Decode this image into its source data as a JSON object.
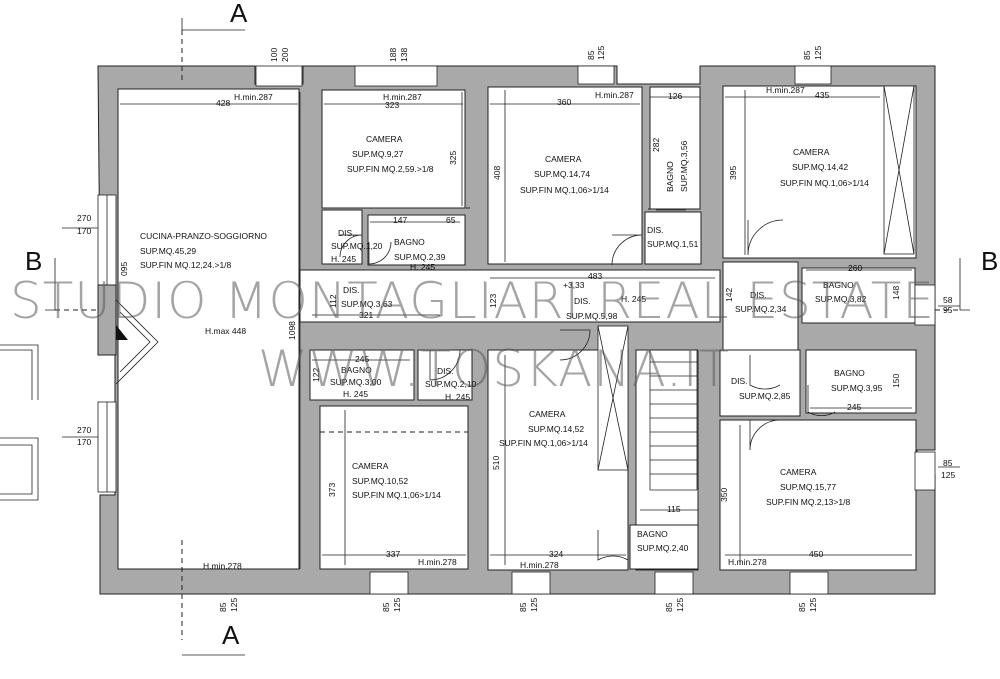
{
  "watermark": {
    "line1": "STUDIO MONTAGLIARI REAL ESTATE",
    "line2": "WWW.TOSKANA.IT"
  },
  "sections": {
    "a_top": "A",
    "a_bottom": "A",
    "b_left": "B",
    "b_right": "B"
  },
  "rooms": {
    "cucina": {
      "name": "CUCINA-PRANZO-SOGGIORNO",
      "sup": "SUP.MQ.45,29",
      "supfin": "SUP.FIN MQ.12,24.>1/8",
      "hmax": "H.max 448"
    },
    "camera1": {
      "name": "CAMERA",
      "sup": "SUP.MQ.9,27",
      "supfin": "SUP.FIN MQ.2,59.>1/8"
    },
    "camera2": {
      "name": "CAMERA",
      "sup": "SUP.MQ.14,74",
      "supfin": "SUP.FIN MQ.1,06>1/14"
    },
    "bagno1": {
      "name": "BAGNO",
      "sup": "SUP.MQ.3,56"
    },
    "camera3": {
      "name": "CAMERA",
      "sup": "SUP.MQ.14,42",
      "supfin": "SUP.FIN MQ.1,06>1/14"
    },
    "dis1": {
      "name": "DIS.",
      "sup": "SUP.MQ.1,20",
      "h": "H. 245"
    },
    "bagno2": {
      "name": "BAGNO",
      "sup": "SUP.MQ.2,39",
      "h": "H. 245"
    },
    "dis2": {
      "name": "DIS.",
      "sup": "SUP.MQ.1,51"
    },
    "dis3": {
      "name": "DIS.",
      "sup": "SUP.MQ.3,63"
    },
    "dis4": {
      "name": "DIS.",
      "sup": "SUP.MQ.5,98",
      "h": "H. 245",
      "level": "+3,33"
    },
    "dis5": {
      "name": "DIS.",
      "sup": "SUP.MQ.2,34"
    },
    "bagno3": {
      "name": "BAGNO",
      "sup": "SUP.MQ.3,82"
    },
    "bagno4": {
      "name": "BAGNO",
      "sup": "SUP.MQ.3,00",
      "h": "H. 245"
    },
    "dis6": {
      "name": "DIS.",
      "sup": "SUP.MQ.2,10",
      "h": "H. 245"
    },
    "camera4": {
      "name": "CAMERA",
      "sup": "SUP.MQ.10,52",
      "supfin": "SUP.FIN MQ.1,06>1/14"
    },
    "camera5": {
      "name": "CAMERA",
      "sup": "SUP.MQ.14,52",
      "supfin": "SUP.FIN MQ.1,06>1/14"
    },
    "bagno5": {
      "name": "BAGNO",
      "sup": "SUP.MQ.2,40"
    },
    "dis7": {
      "name": "DIS.",
      "sup": "SUP.MQ.2,85"
    },
    "bagno6": {
      "name": "BAGNO",
      "sup": "SUP.MQ.3,95"
    },
    "camera6": {
      "name": "CAMERA",
      "sup": "SUP.MQ.15,77",
      "supfin": "SUP.FIN MQ.2,13>1/8"
    }
  },
  "heights": {
    "hmin287_a": "H.min.287",
    "hmin287_b": "H.min.287",
    "hmin287_c": "H.min.287",
    "hmin287_d": "H.min.287",
    "hmin278_a": "H.min.278",
    "hmin278_b": "H.min.278",
    "hmin278_c": "H.min.278",
    "hmin278_d": "H.min.278"
  },
  "dims": {
    "d428": "428",
    "d323": "323",
    "d360": "360",
    "d126": "126",
    "d435": "435",
    "d325": "325",
    "d408": "408",
    "d282": "282",
    "d395": "395",
    "d147": "147",
    "d65": "65",
    "d483": "483",
    "d260": "260",
    "d321": "321",
    "d245a": "245",
    "d245b": "245",
    "d112": "112",
    "d123": "123",
    "d142": "142",
    "d148": "148",
    "d122": "122",
    "d150": "150",
    "d373": "373",
    "d510": "510",
    "d350": "350",
    "d337": "337",
    "d324": "324",
    "d115": "115",
    "d450": "450",
    "d1098": "1098",
    "d095": "095",
    "w100": "100",
    "w200": "200",
    "w188": "188",
    "w138": "138",
    "t85a": "85",
    "t125a": "125",
    "t85b": "85",
    "t125b": "125",
    "b85a": "85",
    "b125a": "125",
    "b85b": "85",
    "b125b": "125",
    "b85c": "85",
    "b125c": "125",
    "b85d": "85",
    "b125d": "125",
    "b85e": "85",
    "b125e": "125",
    "l270a": "270",
    "l170a": "170",
    "l270b": "270",
    "l170b": "170",
    "r58": "58",
    "r95": "95",
    "r85": "85",
    "r125": "125"
  }
}
